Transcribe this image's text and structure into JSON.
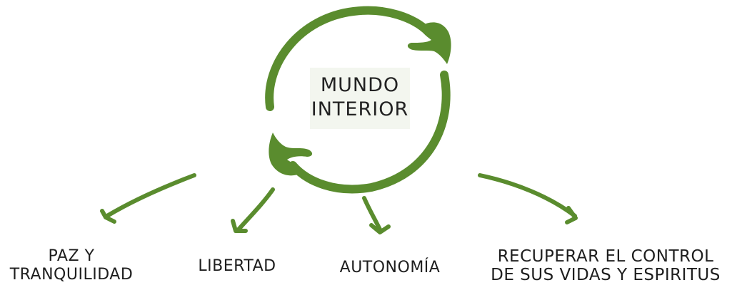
{
  "center": {
    "line1": "MUNDO",
    "line2": "INTERIOR"
  },
  "outcomes": [
    {
      "lines": [
        "PAZ Y",
        "TRANQUILIDAD"
      ]
    },
    {
      "lines": [
        "LIBERTAD"
      ]
    },
    {
      "lines": [
        "AUTONOMÍA"
      ]
    },
    {
      "lines": [
        "RECUPERAR EL CONTROL",
        "DE SUS VIDAS Y ESPIRITUS"
      ]
    }
  ],
  "colors": {
    "accent": "#5a8c2e",
    "text": "#1e1e1e"
  },
  "icons": [
    "hand-top-right-icon",
    "hand-bottom-left-icon"
  ]
}
